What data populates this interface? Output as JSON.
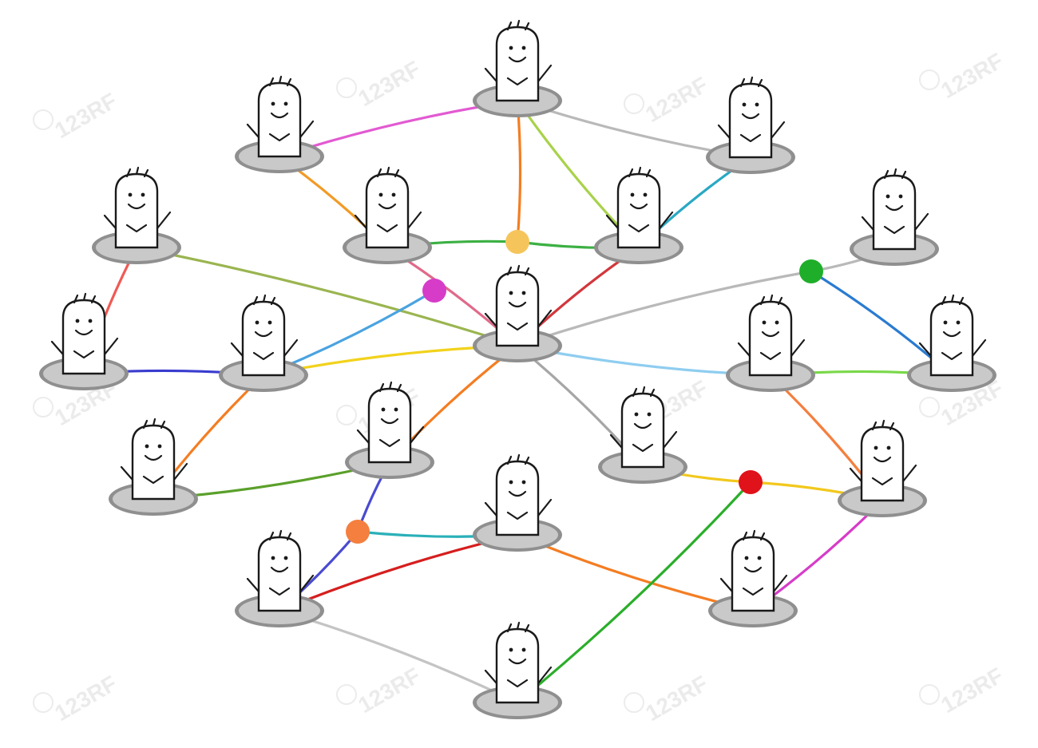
{
  "watermark": {
    "text": "123RF"
  },
  "colors": {
    "hole_outer": "#8f8f8f",
    "hole_inner": "#c9c9c9",
    "outline": "#1a1a1a"
  },
  "diagram": {
    "type": "social-network",
    "nodes": [
      {
        "id": "n1",
        "figure": "woman-curly-arms-up"
      },
      {
        "id": "n2",
        "figure": "woman-waving"
      },
      {
        "id": "n3",
        "figure": "girl-pigtails"
      },
      {
        "id": "n4",
        "figure": "man-moustache"
      },
      {
        "id": "n5",
        "figure": "man-cap"
      },
      {
        "id": "n6",
        "figure": "man-tie-elderly"
      },
      {
        "id": "n7",
        "figure": "man-tie-pointing"
      },
      {
        "id": "n8",
        "figure": "man-smiling"
      },
      {
        "id": "n9",
        "figure": "man-hat-backpack"
      },
      {
        "id": "n10",
        "figure": "man-tie-center"
      },
      {
        "id": "n11",
        "figure": "man-striped-shirt"
      },
      {
        "id": "n12",
        "figure": "man-tie-right"
      },
      {
        "id": "n13",
        "figure": "man-arms-up"
      },
      {
        "id": "n14",
        "figure": "woman-headset"
      },
      {
        "id": "n15",
        "figure": "man-glasses"
      },
      {
        "id": "n16",
        "figure": "woman-curly-right"
      },
      {
        "id": "n17",
        "figure": "nurse"
      },
      {
        "id": "n18",
        "figure": "boy-suspenders"
      },
      {
        "id": "n19",
        "figure": "man-sunglasses"
      },
      {
        "id": "n20",
        "figure": "man-waving-bottom"
      }
    ],
    "junctions": [
      {
        "id": "j1",
        "color": "#f5c55c"
      },
      {
        "id": "j2",
        "color": "#d63cc8"
      },
      {
        "id": "j3",
        "color": "#1fae2a"
      },
      {
        "id": "j4",
        "color": "#f47f3e"
      },
      {
        "id": "j5",
        "color": "#e0121a"
      }
    ],
    "edges": [
      {
        "from": "n2",
        "to": "n1",
        "color": "#e25ad2"
      },
      {
        "from": "n1",
        "to": "n3",
        "color": "#b9b9b9"
      },
      {
        "from": "n1",
        "to": "j1",
        "color": "#f47d22"
      },
      {
        "from": "n1",
        "to": "n6",
        "color": "#a8d24a"
      },
      {
        "from": "n2",
        "to": "n5",
        "color": "#f29a25"
      },
      {
        "from": "n3",
        "to": "n6",
        "color": "#2aa8c4"
      },
      {
        "from": "n5",
        "to": "j1",
        "color": "#3cb043"
      },
      {
        "from": "j1",
        "to": "n6",
        "color": "#3cb043"
      },
      {
        "from": "n5",
        "to": "n10",
        "color": "#e06a8a"
      },
      {
        "from": "n6",
        "to": "n10",
        "color": "#d2373c"
      },
      {
        "from": "n4",
        "to": "n10",
        "color": "#9ab550"
      },
      {
        "from": "n4",
        "to": "n8",
        "color": "#f05a55"
      },
      {
        "from": "n8",
        "to": "n9",
        "color": "#3a3ccf"
      },
      {
        "from": "n9",
        "to": "j2",
        "color": "#4aa3e0"
      },
      {
        "from": "n9",
        "to": "n10",
        "color": "#f2d21c"
      },
      {
        "from": "n9",
        "to": "n13",
        "color": "#f47d22"
      },
      {
        "from": "n10",
        "to": "j3",
        "color": "#b9b9b9"
      },
      {
        "from": "j3",
        "to": "n7",
        "color": "#b9b9b9"
      },
      {
        "from": "j3",
        "to": "n12",
        "color": "#2a7bd0"
      },
      {
        "from": "n10",
        "to": "n11",
        "color": "#8fcdf0"
      },
      {
        "from": "n11",
        "to": "n12",
        "color": "#7ad84a"
      },
      {
        "from": "n10",
        "to": "n14",
        "color": "#f47d22"
      },
      {
        "from": "n10",
        "to": "n15",
        "color": "#a6a6a6"
      },
      {
        "from": "n13",
        "to": "n14",
        "color": "#5aa02a"
      },
      {
        "from": "n11",
        "to": "n16",
        "color": "#f47f3e"
      },
      {
        "from": "n15",
        "to": "j5",
        "color": "#f2c81c"
      },
      {
        "from": "j5",
        "to": "n16",
        "color": "#f2c81c"
      },
      {
        "from": "n14",
        "to": "j4",
        "color": "#4a4ad2"
      },
      {
        "from": "j4",
        "to": "n18",
        "color": "#4a4ad2"
      },
      {
        "from": "j4",
        "to": "n17",
        "color": "#2ab0b8"
      },
      {
        "from": "n18",
        "to": "n17",
        "color": "#d61e1e"
      },
      {
        "from": "n17",
        "to": "n19",
        "color": "#f47d22"
      },
      {
        "from": "n16",
        "to": "n19",
        "color": "#d63cc8"
      },
      {
        "from": "n20",
        "to": "j5",
        "color": "#2aae2a"
      },
      {
        "from": "n18",
        "to": "n20",
        "color": "#c4c4c4"
      }
    ]
  }
}
